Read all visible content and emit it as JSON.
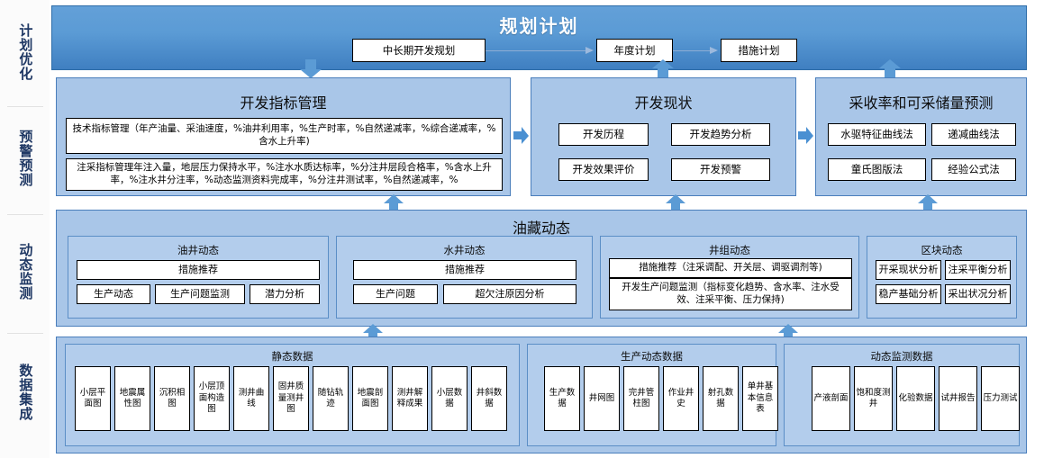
{
  "rail": {
    "items": [
      {
        "label": "计划优化"
      },
      {
        "label": "预警预测"
      },
      {
        "label": "动态监测"
      },
      {
        "label": "数据集成"
      }
    ]
  },
  "header": {
    "title": "规划计划",
    "flow": [
      "中长期开发规划",
      "年度计划",
      "措施计划"
    ]
  },
  "row_indicator": {
    "dev_index": {
      "title": "开发指标管理",
      "boxes": [
        "技术指标管理（年产油量、采油速度，%油井利用率，%生产时率，%自然递减率，%综合递减率，%含水上升率)",
        "注采指标管理年注入量，地层压力保持水平，%注水水质达标率，%分注井层段合格率，%含水上升率，%注水井分注率，%动态监测资料完成率，%分注井测试率，%自然递减率，%"
      ]
    },
    "dev_status": {
      "title": "开发现状",
      "boxes": [
        "开发历程",
        "开发趋势分析",
        "开发效果评价",
        "开发预警"
      ]
    },
    "recovery": {
      "title": "采收率和可采储量预测",
      "boxes": [
        "水驱特征曲线法",
        "递减曲线法",
        "童氏图版法",
        "经验公式法"
      ]
    }
  },
  "reservoir": {
    "title": "油藏动态",
    "groups": [
      {
        "title": "油井动态",
        "wide": [
          "措施推荐"
        ],
        "small": [
          "生产动态",
          "生产问题监测",
          "潜力分析"
        ]
      },
      {
        "title": "水井动态",
        "wide": [
          "措施推荐"
        ],
        "small": [
          "生产问题",
          "超欠注原因分析"
        ]
      },
      {
        "title": "井组动态",
        "wide": [
          "措施推荐（注采调配、开关层、调驱调剂等)",
          "开发生产问题监测（指标变化趋势、含水率、注水受效、注采平衡、压力保持)"
        ],
        "small": []
      },
      {
        "title": "区块动态",
        "wide": [],
        "small": [
          "开采现状分析",
          "注采平衡分析",
          "稳产基础分析",
          "采出状况分析"
        ]
      }
    ]
  },
  "data_integration": {
    "groups": [
      {
        "title": "静态数据",
        "items": [
          "小层平面图",
          "地震属性图",
          "沉积相图",
          "小层顶面构造图",
          "测井曲线",
          "固井质量测井图",
          "随钻轨迹",
          "地震剖面图",
          "测井解释成果",
          "小层数据",
          "井斜数据"
        ]
      },
      {
        "title": "生产动态数据",
        "items": [
          "生产数据",
          "井网图",
          "完井管柱图",
          "作业井史",
          "射孔数据",
          "单井基本信息表"
        ]
      },
      {
        "title": "动态监测数据",
        "items": [
          "产液剖面",
          "饱和度测井",
          "化验数据",
          "试井报告",
          "压力测试"
        ]
      }
    ]
  },
  "colors": {
    "header_blue": "#5b9bd5",
    "panel_blue": "#a9c6e8",
    "panel_lite": "#b3cdec",
    "arrow_blue": "#4a90d2",
    "rail_text": "#1f3864"
  }
}
